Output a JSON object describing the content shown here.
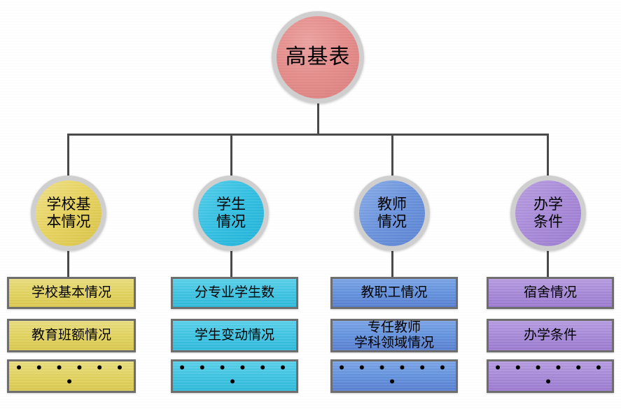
{
  "diagram": {
    "title": "高基表",
    "type": "organizational-tree",
    "root": {
      "label": "高基表",
      "color": "#e48c8a",
      "shape": "circle"
    },
    "branches": [
      {
        "id": "school",
        "label": "学校基\n本情况",
        "label_plain": "学校基本情况",
        "color": "#e7d35f",
        "shape": "circle",
        "items": [
          {
            "label": "学校基本情况"
          },
          {
            "label": "教育班额情况"
          },
          {
            "label": "•  •  •  •  •  •  •",
            "is_ellipsis": true
          }
        ]
      },
      {
        "id": "students",
        "label": "学生\n情况",
        "label_plain": "学生情况",
        "color": "#33bfe2",
        "shape": "circle",
        "items": [
          {
            "label": "分专业学生数"
          },
          {
            "label": "学生变动情况"
          },
          {
            "label": "•  •  •  •  •  •  •",
            "is_ellipsis": true
          }
        ]
      },
      {
        "id": "teachers",
        "label": "教师\n情况",
        "label_plain": "教师情况",
        "color": "#6b93dc",
        "shape": "circle",
        "items": [
          {
            "label": "教职工情况"
          },
          {
            "label": "专任教师\n学科领域情况"
          },
          {
            "label": "•  •  •  •  •  •  •",
            "is_ellipsis": true
          }
        ]
      },
      {
        "id": "conditions",
        "label": "办学\n条件",
        "label_plain": "办学条件",
        "color": "#a88ad8",
        "shape": "circle",
        "items": [
          {
            "label": "宿舍情况"
          },
          {
            "label": "办学条件"
          },
          {
            "label": "•  •  •  •  •  •  •",
            "is_ellipsis": true
          }
        ]
      }
    ],
    "colors": {
      "background": "#ffffff",
      "connector": "#4a4a4a",
      "circle_ring": "#cfcfcf",
      "box_border": "#6e6e6e",
      "text": "#000000"
    }
  }
}
